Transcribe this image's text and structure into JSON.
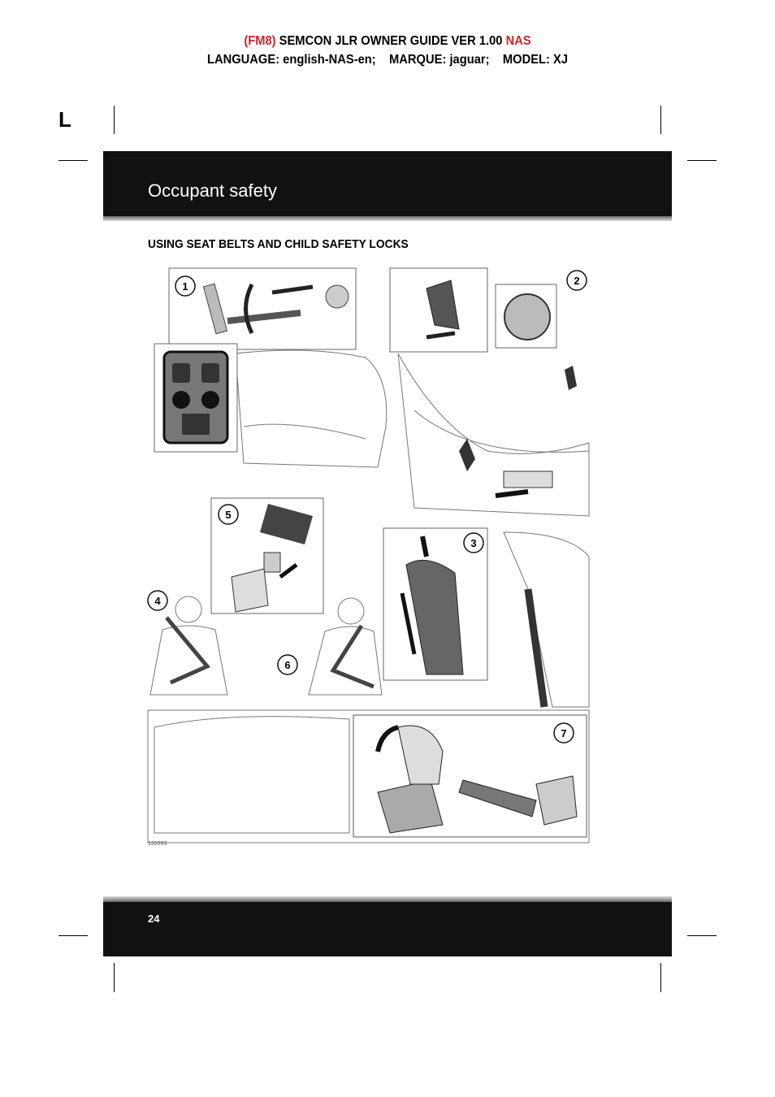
{
  "header": {
    "prefix": "(FM8)",
    "title": "SEMCON JLR OWNER GUIDE VER 1.00",
    "suffix": "NAS",
    "line2": "LANGUAGE: english-NAS-en;    MARQUE: jaguar;    MODEL: XJ"
  },
  "side_marker": "L",
  "chapter_title": "Occupant safety",
  "section_heading": "USING SEAT BELTS AND CHILD SAFETY LOCKS",
  "figure": {
    "callouts": [
      "1",
      "2",
      "3",
      "4",
      "5",
      "6",
      "7"
    ],
    "reference": "132093"
  },
  "page_number": "24"
}
